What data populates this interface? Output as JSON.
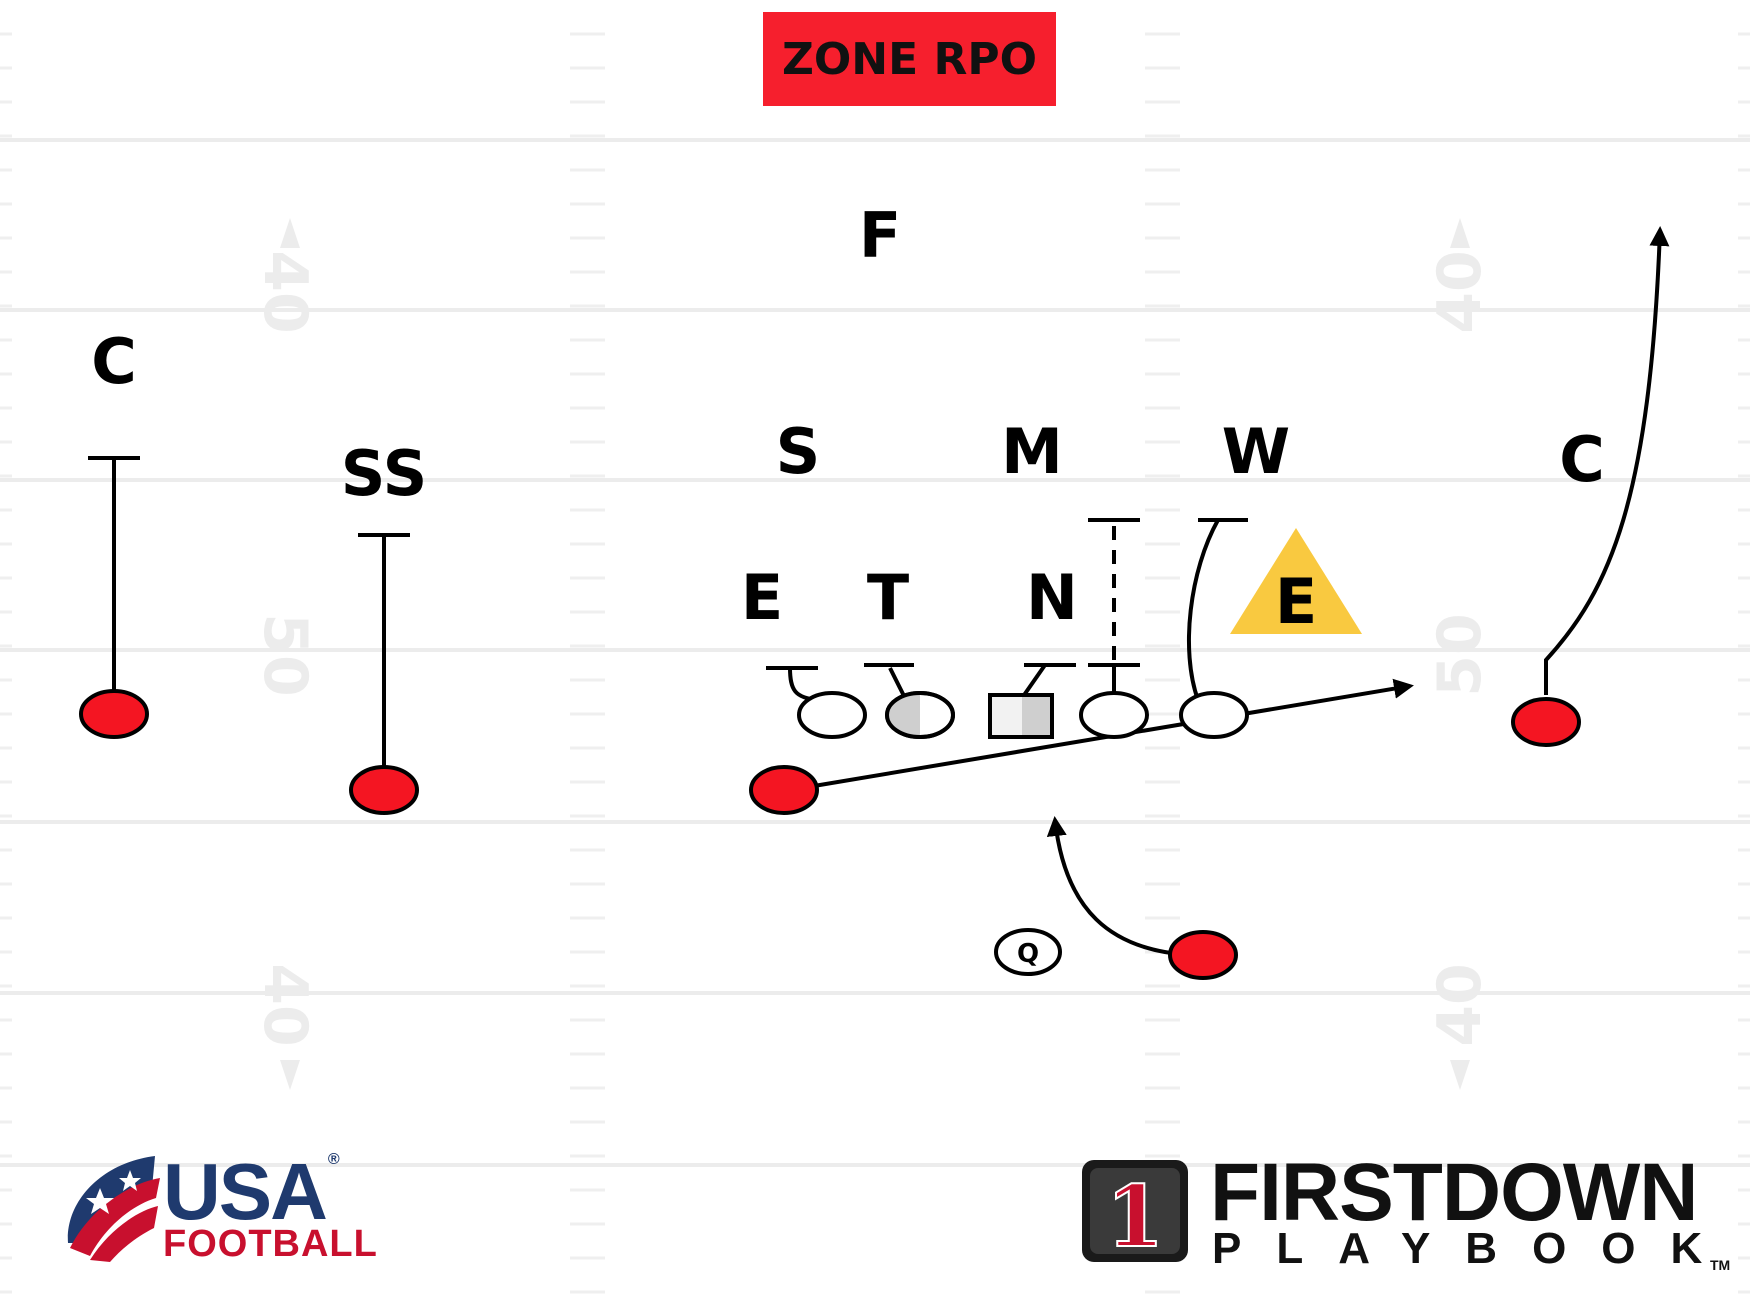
{
  "title": "ZONE RPO",
  "colors": {
    "title_bg": "#f61f2d",
    "offense_fill": "#f41522",
    "offense_key_fill": "#f2f2f2",
    "read_defender_fill": "#f9c940",
    "field_lines": "#e9e9e9",
    "usa_blue": "#1f3a6e",
    "usa_red": "#c8102e"
  },
  "yard_numbers": [
    "40",
    "50",
    "40"
  ],
  "defense": {
    "corner_left": "C",
    "strong_safety": "SS",
    "free_safety": "F",
    "sam": "S",
    "mike": "M",
    "will": "W",
    "corner_right": "C",
    "end_left": "E",
    "tackle": "T",
    "nose": "N",
    "end_right_read": "E"
  },
  "offense": {
    "quarterback_label": "Q"
  },
  "logos": {
    "usa_football": {
      "line1": "USA",
      "registered": "®",
      "line2": "FOOTBALL"
    },
    "firstdown": {
      "badge": "1",
      "line1": "FIRSTDOWN",
      "line2": "PLAYBOOK",
      "tm": "TM"
    }
  }
}
